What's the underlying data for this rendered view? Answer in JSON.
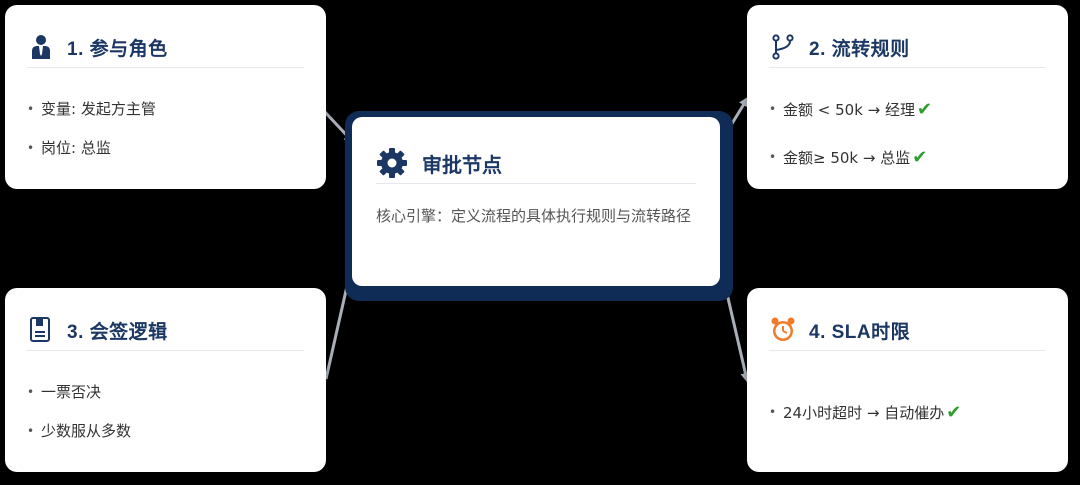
{
  "center": {
    "title": "审批节点",
    "description": "核心引擎：定义流程的具体执行规则与流转路径",
    "icon": "gear-icon"
  },
  "cards": {
    "roles": {
      "title": "1. 参与角色",
      "icon": "person-icon",
      "items": [
        "变量: 发起方主管",
        "岗位: 总监"
      ]
    },
    "flow": {
      "title": "2. 流转规则",
      "icon": "branch-icon",
      "items": [
        "金额 < 50k → 经理",
        "金额≥ 50k → 总监"
      ],
      "check": "✔"
    },
    "sign": {
      "title": "3. 会签逻辑",
      "icon": "document-icon",
      "items": [
        "一票否决",
        "少数服从多数"
      ]
    },
    "sla": {
      "title": "4. SLA时限",
      "icon": "alarm-clock-icon",
      "items": [
        "24小时超时 → 自动催办"
      ],
      "check": "✔"
    }
  },
  "colors": {
    "title": "#1c3764",
    "center_border": "#0f2c57",
    "check": "#2e9e2e",
    "clock": "#f07c2a",
    "connector": "#a9aeb8"
  }
}
